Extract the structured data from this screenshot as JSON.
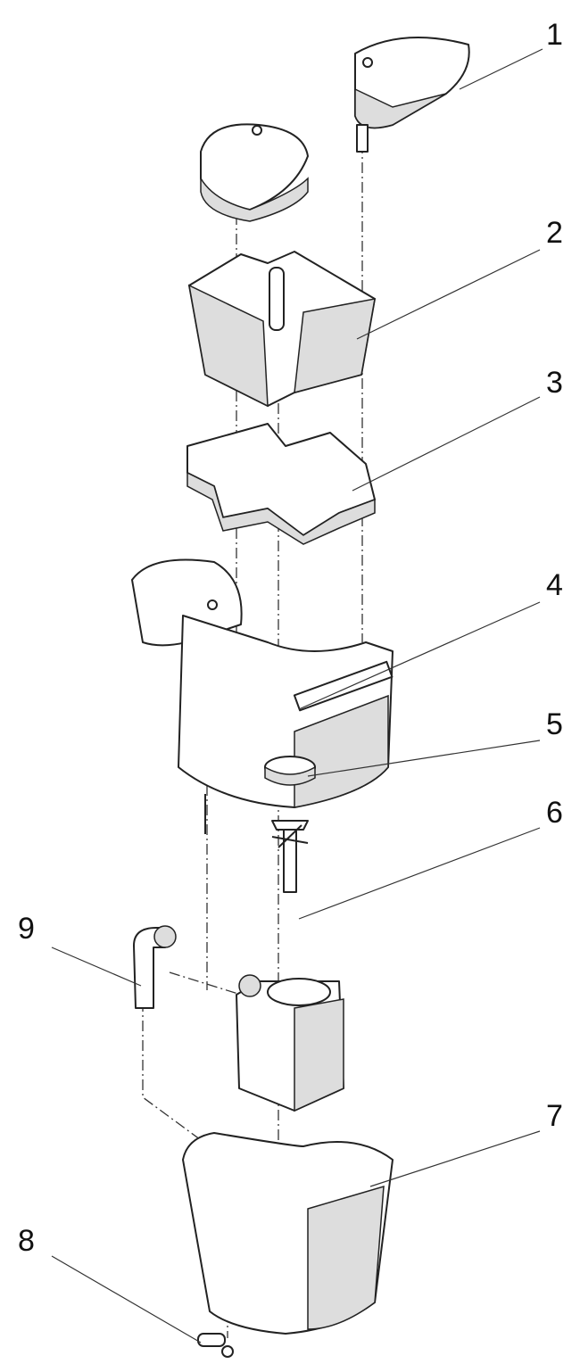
{
  "diagram": {
    "title": "Exploded parts diagram",
    "parts": [
      {
        "label": "1"
      },
      {
        "label": "2"
      },
      {
        "label": "3"
      },
      {
        "label": "4"
      },
      {
        "label": "5"
      },
      {
        "label": "6"
      },
      {
        "label": "7"
      },
      {
        "label": "8"
      },
      {
        "label": "9"
      }
    ]
  }
}
